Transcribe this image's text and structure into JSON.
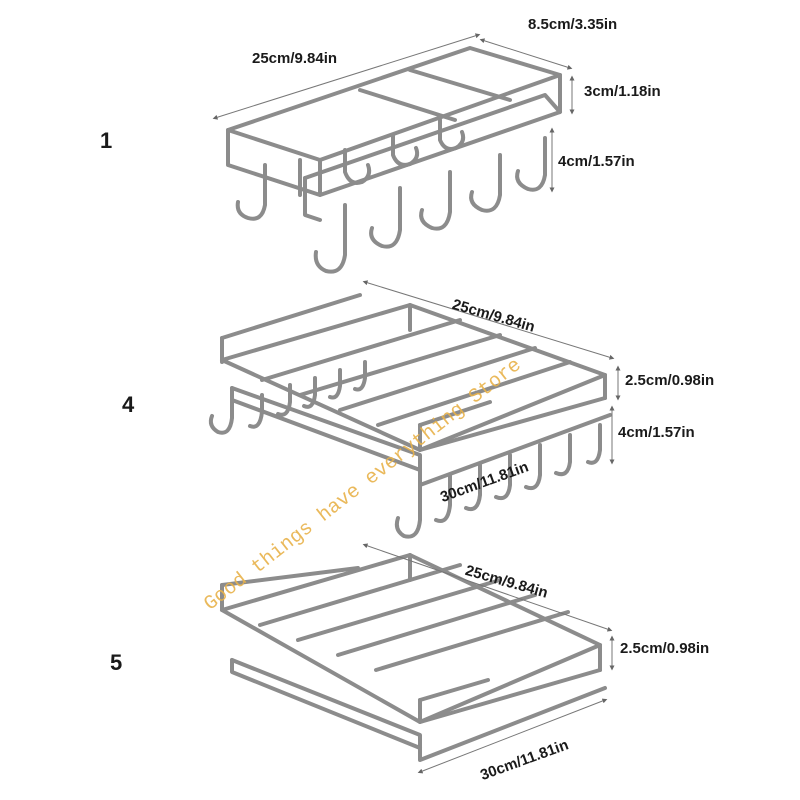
{
  "products": [
    {
      "number": "1",
      "dims": {
        "length": "25cm/9.84in",
        "width": "8.5cm/3.35in",
        "height": "3cm/1.18in",
        "hook": "4cm/1.57in"
      }
    },
    {
      "number": "4",
      "dims": {
        "length": "25cm/9.84in",
        "height": "2.5cm/0.98in",
        "hook": "4cm/1.57in",
        "depth": "30cm/11.81in"
      }
    },
    {
      "number": "5",
      "dims": {
        "length": "25cm/9.84in",
        "height": "2.5cm/0.98in",
        "depth": "30cm/11.81in"
      }
    }
  ],
  "watermark": "Good things have everything Store",
  "colors": {
    "metal": "#9a9a9a",
    "metal_dark": "#6e6e6e",
    "text": "#1a1a1a",
    "watermark": "#e8b24a"
  }
}
